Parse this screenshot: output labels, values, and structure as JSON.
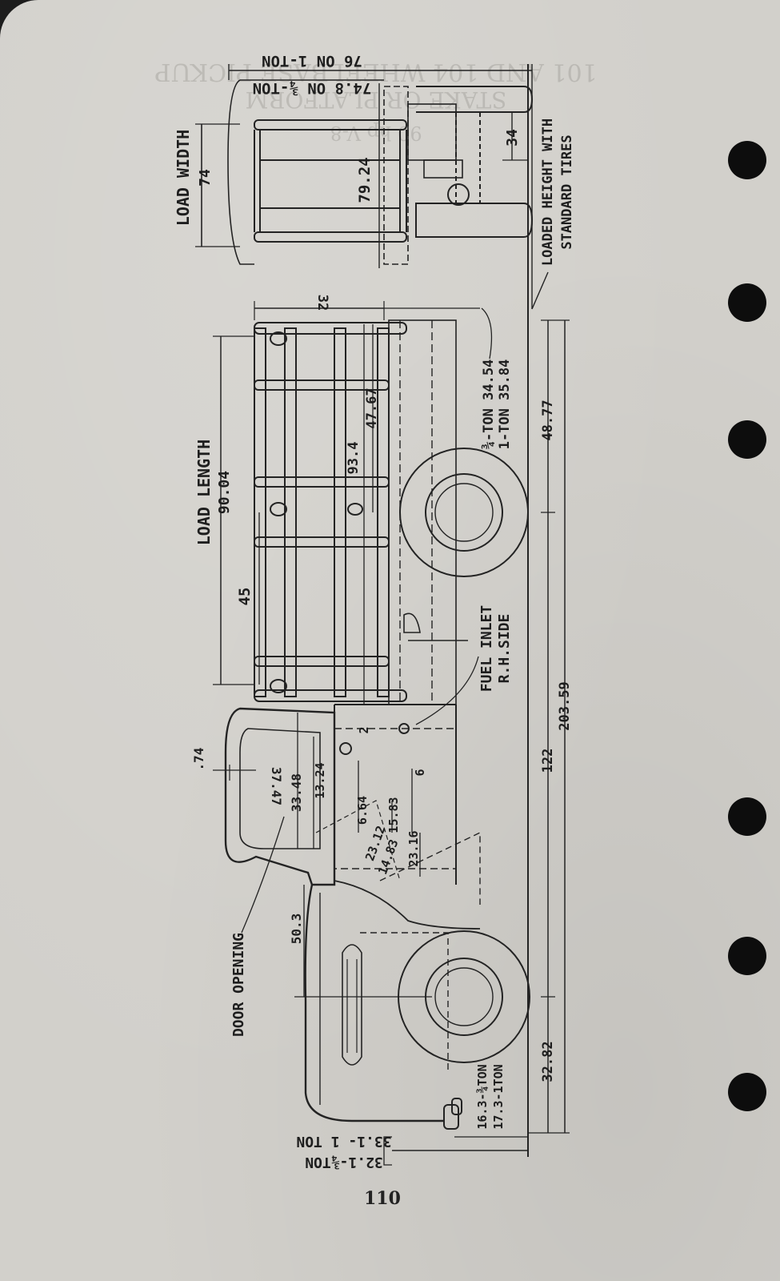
{
  "page": {
    "number": "110"
  },
  "ghost": {
    "line1": "101 AND 104 WHEELBASE PICKUP",
    "line2": "STAKE OR PLATFORM",
    "line3": "90 hp V-8"
  },
  "labels": {
    "load_width": "LOAD WIDTH",
    "load_width_value": "74",
    "load_length": "LOAD LENGTH",
    "load_length_value": "90.04",
    "loaded_height_1": "LOADED HEIGHT WITH",
    "loaded_height_2": "STANDARD TIRES",
    "fuel_inlet_1": "FUEL INLET",
    "fuel_inlet_2": "R.H.SIDE",
    "door_opening": "DOOR OPENING",
    "top_width_a": "76 ON 1-TON",
    "top_width_b": "74.8 ON ¾-TON",
    "tire_a": "¾-TON  34.54",
    "tire_b": "1-TON  35.84",
    "ground_a": "16.3-¾TON",
    "ground_b": "17.3-1TON",
    "front_a": "32.1-¾TON",
    "front_b": "33.1- 1 TON"
  },
  "dimensions": {
    "d_79_24": "79.24",
    "d_34": "34",
    "d_32": "32",
    "d_47_67": "47.67",
    "d_93_4": "93.4",
    "d_45": "45",
    "d_48_77": "48.77",
    "d_203_59": "203.59",
    "d_122": "122",
    "d_32_82": "32.82",
    "d_74": ".74",
    "d_37_47": "37.47",
    "d_33_48": "33.48",
    "d_13_24": "13.24",
    "d_2": "2",
    "d_6_64": "6.64",
    "d_15_83": "15.83",
    "d_6": "6",
    "d_23_12": "23.12",
    "d_14_83": "14.83",
    "d_23_16": "23.16",
    "d_50_3": "50.3"
  }
}
